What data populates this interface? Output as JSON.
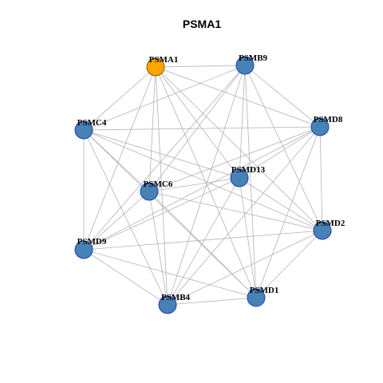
{
  "title": "PSMA1",
  "colors": {
    "background": "#ffffff",
    "edge": "#b3b3b3",
    "node_fill": "#4682b4",
    "node_stroke": "#1f3fbf",
    "highlight_fill": "#ffa500",
    "highlight_stroke": "#8a5a00"
  },
  "nodes": [
    {
      "id": "PSMA1",
      "label": "PSMA1",
      "highlight": true
    },
    {
      "id": "PSMB9",
      "label": "PSMB9",
      "highlight": false
    },
    {
      "id": "PSMD8",
      "label": "PSMD8",
      "highlight": false
    },
    {
      "id": "PSMD13",
      "label": "PSMD13",
      "highlight": false
    },
    {
      "id": "PSMC4",
      "label": "PSMC4",
      "highlight": false
    },
    {
      "id": "PSMC6",
      "label": "PSMC6",
      "highlight": false
    },
    {
      "id": "PSMD2",
      "label": "PSMD2",
      "highlight": false
    },
    {
      "id": "PSMD9",
      "label": "PSMD9",
      "highlight": false
    },
    {
      "id": "PSMD1",
      "label": "PSMD1",
      "highlight": false
    },
    {
      "id": "PSMB4",
      "label": "PSMB4",
      "highlight": false
    }
  ],
  "edges": [
    [
      "PSMA1",
      "PSMB9"
    ],
    [
      "PSMA1",
      "PSMD8"
    ],
    [
      "PSMA1",
      "PSMD13"
    ],
    [
      "PSMA1",
      "PSMC4"
    ],
    [
      "PSMA1",
      "PSMC6"
    ],
    [
      "PSMA1",
      "PSMD2"
    ],
    [
      "PSMA1",
      "PSMD9"
    ],
    [
      "PSMA1",
      "PSMD1"
    ],
    [
      "PSMA1",
      "PSMB4"
    ],
    [
      "PSMB9",
      "PSMD8"
    ],
    [
      "PSMB9",
      "PSMD13"
    ],
    [
      "PSMB9",
      "PSMC4"
    ],
    [
      "PSMB9",
      "PSMC6"
    ],
    [
      "PSMB9",
      "PSMD2"
    ],
    [
      "PSMB9",
      "PSMD9"
    ],
    [
      "PSMB9",
      "PSMD1"
    ],
    [
      "PSMB9",
      "PSMB4"
    ],
    [
      "PSMD8",
      "PSMD13"
    ],
    [
      "PSMD8",
      "PSMC4"
    ],
    [
      "PSMD8",
      "PSMC6"
    ],
    [
      "PSMD8",
      "PSMD2"
    ],
    [
      "PSMD8",
      "PSMD9"
    ],
    [
      "PSMD8",
      "PSMD1"
    ],
    [
      "PSMD8",
      "PSMB4"
    ],
    [
      "PSMD13",
      "PSMC4"
    ],
    [
      "PSMD13",
      "PSMC6"
    ],
    [
      "PSMD13",
      "PSMD2"
    ],
    [
      "PSMD13",
      "PSMD9"
    ],
    [
      "PSMD13",
      "PSMD1"
    ],
    [
      "PSMD13",
      "PSMB4"
    ],
    [
      "PSMC4",
      "PSMC6"
    ],
    [
      "PSMC4",
      "PSMD2"
    ],
    [
      "PSMC4",
      "PSMD9"
    ],
    [
      "PSMC4",
      "PSMD1"
    ],
    [
      "PSMC4",
      "PSMB4"
    ],
    [
      "PSMC6",
      "PSMD2"
    ],
    [
      "PSMC6",
      "PSMD9"
    ],
    [
      "PSMC6",
      "PSMD1"
    ],
    [
      "PSMC6",
      "PSMB4"
    ],
    [
      "PSMD2",
      "PSMD9"
    ],
    [
      "PSMD2",
      "PSMD1"
    ],
    [
      "PSMD2",
      "PSMB4"
    ],
    [
      "PSMD9",
      "PSMD1"
    ],
    [
      "PSMD9",
      "PSMB4"
    ],
    [
      "PSMD1",
      "PSMB4"
    ]
  ]
}
